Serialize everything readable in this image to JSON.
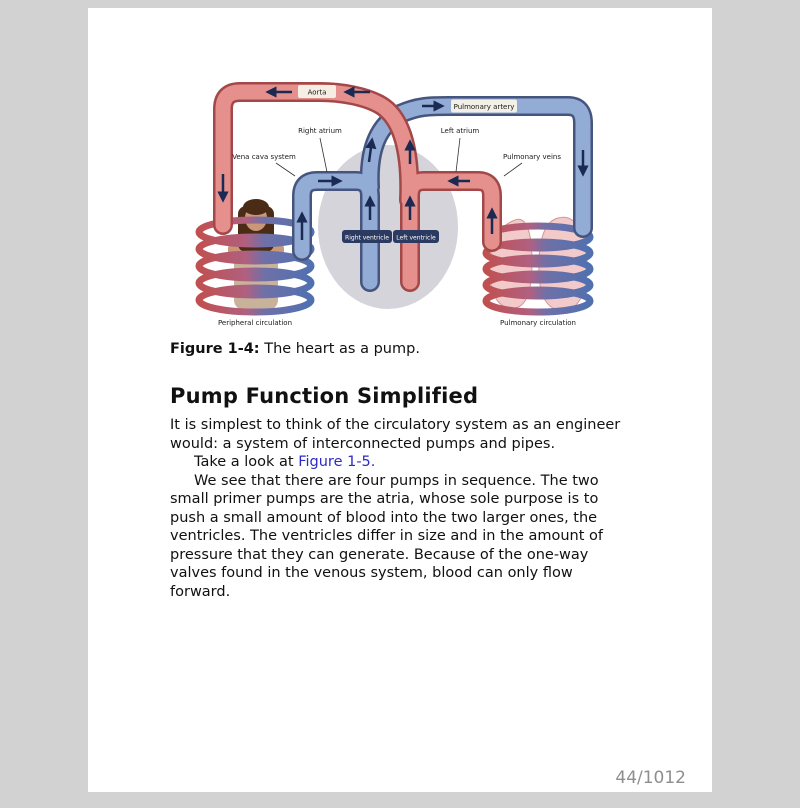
{
  "reader": {
    "page_indicator": "44/1012"
  },
  "figure": {
    "caption_label": "Figure 1-4:",
    "caption_text": "The heart as a pump.",
    "diagram_labels": {
      "aorta": "Aorta",
      "pulmonary_artery": "Pulmonary artery",
      "right_atrium": "Right atrium",
      "left_atrium": "Left atrium",
      "vena_cava": "Vena cava system",
      "pulmonary_veins": "Pulmonary veins",
      "right_ventricle": "Right ventricle",
      "left_ventricle": "Left ventricle",
      "peripheral_circulation": "Peripheral circulation",
      "pulmonary_circulation": "Pulmonary circulation"
    },
    "colors": {
      "oxygenated_tube": "#E6908E",
      "oxygenated_border": "#A34848",
      "deoxygenated_tube": "#93ACD6",
      "deoxygenated_border": "#46557E",
      "arrow": "#1B2A52",
      "heart_silhouette": "#D4D4DA",
      "lung_fill": "#F3CACA"
    }
  },
  "article": {
    "heading": "Pump Function Simplified",
    "para1": "It is simplest to think of the circulatory system as an engineer would: a system of interconnected pumps and pipes.",
    "para2_prefix": "Take a look at ",
    "para2_link": "Figure 1-5.",
    "para3": "We see that there are four pumps in sequence. The two small primer pumps are the atria, whose sole purpose is to push a small amount of blood into the two larger ones, the ventricles. The ventricles differ in size and in the amount of pressure that they can generate. Because of the one-way valves found in the venous system, blood can only flow forward."
  }
}
